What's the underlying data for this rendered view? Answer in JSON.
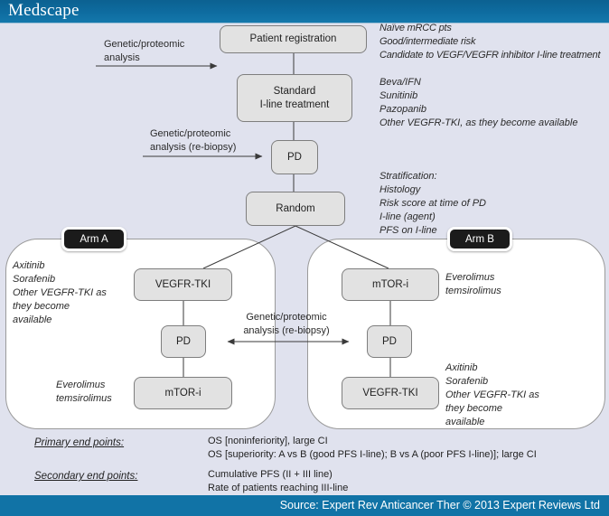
{
  "header": {
    "brand": "Medscape"
  },
  "flow": {
    "patient_registration": "Patient registration",
    "standard_treatment": "Standard\nI-line treatment",
    "pd": "PD",
    "random": "Random"
  },
  "arm_a": {
    "label": "Arm A",
    "first_box": "VEGFR-TKI",
    "pd_box": "PD",
    "second_box": "mTOR-i",
    "first_note": "Axitinib\nSorafenib\nOther VEGFR-TKI as\nthey become\navailable",
    "second_note": "Everolimus\ntemsirolimus"
  },
  "arm_b": {
    "label": "Arm B",
    "first_box": "mTOR-i",
    "pd_box": "PD",
    "second_box": "VEGFR-TKI",
    "first_note": "Everolimus\ntemsirolimus",
    "second_note": "Axitinib\nSorafenib\nOther VEGFR-TKI as\nthey become\navailable"
  },
  "annotations": {
    "genetic_analysis": "Genetic/proteomic\nanalysis",
    "genetic_rebiopsy": "Genetic/proteomic\nanalysis (re-biopsy)",
    "genetic_rebiopsy_arms": "Genetic/proteomic\nanalysis (re-biopsy)",
    "registration_criteria": "Naïve mRCC pts\nGood/intermediate risk\nCandidate to VEGF/VEGFR inhibitor I-line treatment",
    "standard_options": "Beva/IFN\nSunitinib\nPazopanib\nOther VEGFR-TKI, as they become available",
    "stratification": "Stratification:\nHistology\nRisk score at time of PD\nI-line (agent)\nPFS on I-line"
  },
  "endpoints": {
    "primary_label": "Primary end points:",
    "primary_values": "OS [noninferiority], large CI\nOS [superiority: A vs B (good PFS I-line); B vs A (poor PFS I-line)]; large CI",
    "secondary_label": "Secondary end points:",
    "secondary_values": "Cumulative PFS (II + III line)\nRate of patients reaching III-line"
  },
  "footer": {
    "source": "Source: Expert Rev Anticancer Ther © 2013 Expert Reviews Ltd"
  },
  "colors": {
    "header_blue": "#0e6ca0",
    "footer_blue": "#1173a6",
    "canvas_bg": "#e0e2ee",
    "box_fill": "#e2e2e2",
    "box_border": "#7e7e7e",
    "arm_label_bg": "#1b1b1b",
    "line_color": "#3a3a3a"
  }
}
